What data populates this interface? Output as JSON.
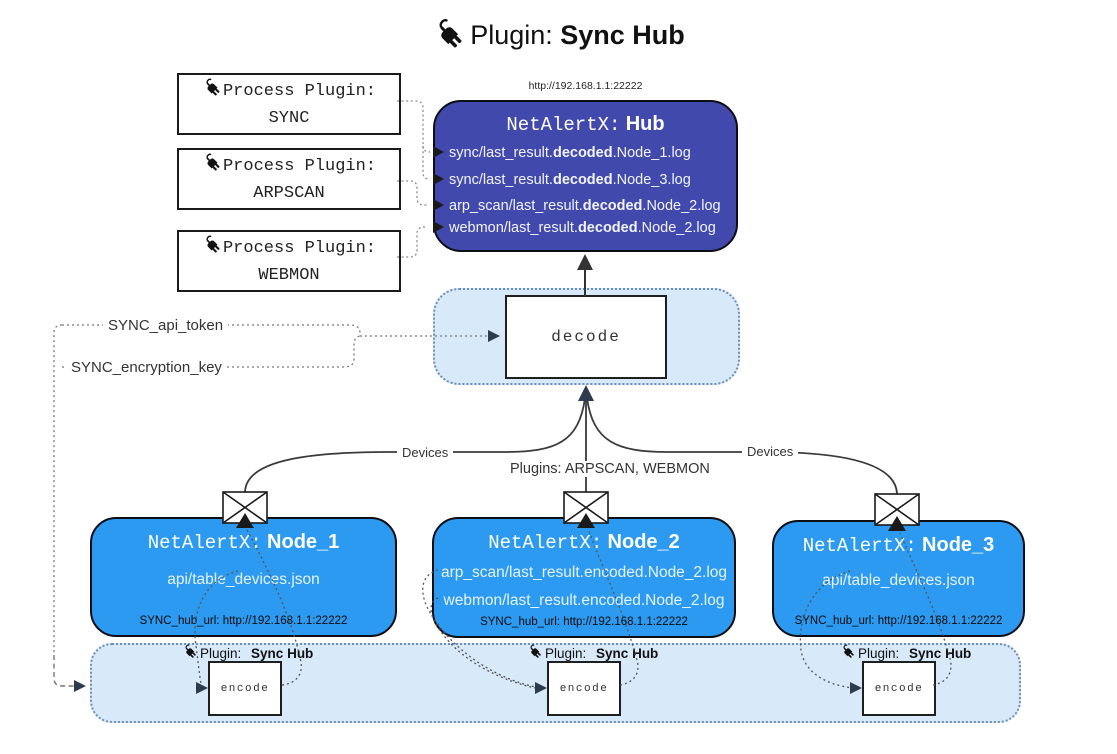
{
  "title": {
    "label": "Plugin:",
    "name": "Sync Hub"
  },
  "hub": {
    "url_label": "http://192.168.1.1:22222",
    "title_label": "NetAlertX:",
    "title_name": "Hub",
    "logs": [
      {
        "pre": "sync/last_result.",
        "mid": "decoded",
        "post": ".Node_1.log"
      },
      {
        "pre": "sync/last_result.",
        "mid": "decoded",
        "post": ".Node_3.log"
      },
      {
        "pre": "arp_scan/last_result.",
        "mid": "decoded",
        "post": ".Node_2.log"
      },
      {
        "pre": "webmon/last_result.",
        "mid": "decoded",
        "post": ".Node_2.log"
      }
    ]
  },
  "process_plugins": [
    {
      "label": "Process Plugin:",
      "name": "SYNC"
    },
    {
      "label": "Process Plugin:",
      "name": "ARPSCAN"
    },
    {
      "label": "Process Plugin:",
      "name": "WEBMON"
    }
  ],
  "secrets": {
    "api_token_label": "SYNC_api_token",
    "encryption_key_label": "SYNC_encryption_key"
  },
  "decode_box": {
    "label": "decode"
  },
  "edge_labels": {
    "devices_left": "Devices",
    "devices_right": "Devices",
    "plugins_middle": "Plugins: ARPSCAN, WEBMON"
  },
  "nodes": [
    {
      "title_label": "NetAlertX:",
      "title_name": "Node_1",
      "files": [
        "api/table_devices.json"
      ],
      "hub_url": "SYNC_hub_url: http://192.168.1.1:22222"
    },
    {
      "title_label": "NetAlertX:",
      "title_name": "Node_2",
      "files": [
        "arp_scan/last_result.encoded.Node_2.log",
        "webmon/last_result.encoded.Node_2.log"
      ],
      "hub_url": "SYNC_hub_url: http://192.168.1.1:22222"
    },
    {
      "title_label": "NetAlertX:",
      "title_name": "Node_3",
      "files": [
        "api/table_devices.json"
      ],
      "hub_url": "SYNC_hub_url: http://192.168.1.1:22222"
    }
  ],
  "encode_band": {
    "plugin_label": "Plugin:",
    "plugin_name": "Sync Hub",
    "encode_label": "encode"
  },
  "colors": {
    "hub_fill": "#4149ad",
    "node_fill": "#2b9af0",
    "zone_fill": "#d8e9fa",
    "arrow_dark": "#2e3b4e"
  }
}
